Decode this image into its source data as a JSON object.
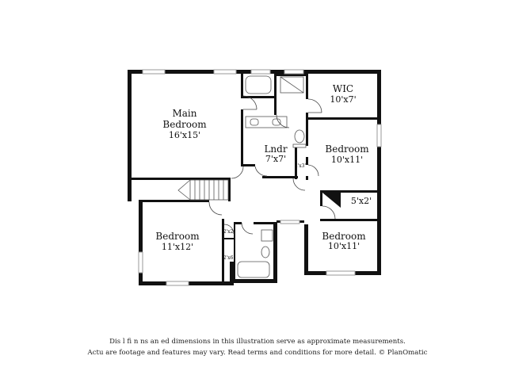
{
  "rooms": {
    "main_bedroom": {
      "name_line1": "Main",
      "name_line2": "Bedroom",
      "dims": "16'x15'"
    },
    "wic": {
      "name": "WIC",
      "dims": "10'x7'"
    },
    "laundry": {
      "name": "Lndr",
      "dims": "7'x7'"
    },
    "bedroom_right_upper": {
      "name": "Bedroom",
      "dims": "10'x11'"
    },
    "closet_small": {
      "dims": "5'x2'"
    },
    "bedroom_left": {
      "name": "Bedroom",
      "dims": "11'x12'"
    },
    "bedroom_right_lower": {
      "name": "Bedroom",
      "dims": "10'x11'"
    },
    "closet_lndr": {
      "dims": "2'x3'"
    },
    "closet_hall_a": {
      "dims": "2'x2'"
    },
    "closet_hall_b": {
      "dims": "2'x6'"
    }
  },
  "footer": {
    "line1": "Dis          l   fi     n   ns an   ed dimensions in this illustration serve as approximate measurements.",
    "line2": "Actu      are footage and features may vary. Read terms and conditions for more detail. © PlanOmatic"
  },
  "colors": {
    "wall": "#111111",
    "window": "#bfbfbf",
    "background": "#ffffff"
  }
}
